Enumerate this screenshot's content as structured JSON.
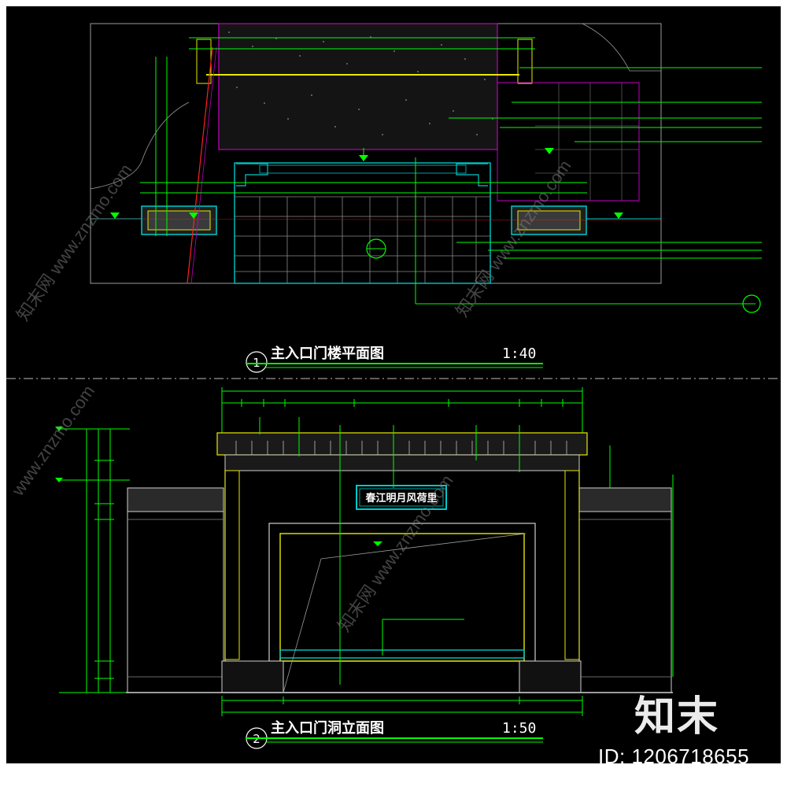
{
  "plan": {
    "title": "主入口门楼平面图",
    "number": "1",
    "scale": "1:40"
  },
  "elevation": {
    "title": "主入口门洞立面图",
    "number": "2",
    "scale": "1:50",
    "plaque_text": "春江明月风荷里"
  },
  "watermark": {
    "logo_text": "知末",
    "id_text": "ID: 1206718655",
    "site_text": "www.znzmo.com",
    "brand_text": "知末网"
  },
  "colors": {
    "background": "#000000",
    "frame": "#ffffff",
    "green": "#00ff00",
    "yellow": "#e8e800",
    "cyan": "#00c8c8",
    "magenta": "#c000c0",
    "red": "#ff2020"
  }
}
